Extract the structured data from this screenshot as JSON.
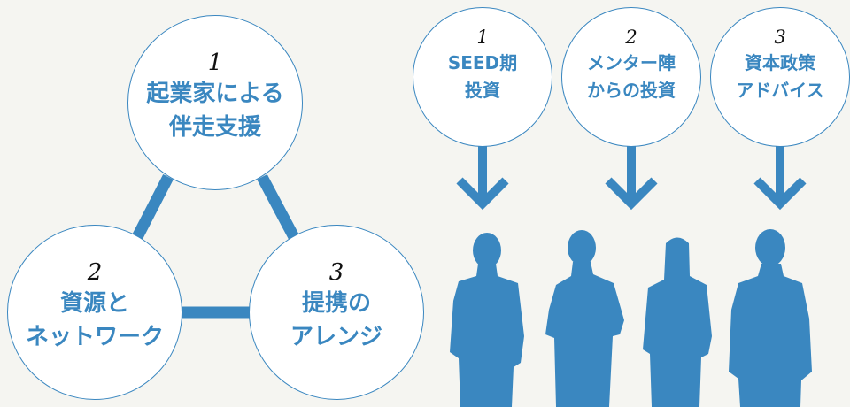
{
  "colors": {
    "accent": "#3a87c0",
    "background": "#f5f5f1"
  },
  "triangle": [
    {
      "number": "1",
      "line1": "起業家による",
      "line2": "伴走支援"
    },
    {
      "number": "2",
      "line1": "資源と",
      "line2": "ネットワーク"
    },
    {
      "number": "3",
      "line1": "提携の",
      "line2": "アレンジ"
    }
  ],
  "services": [
    {
      "number": "1",
      "line1": "SEED期",
      "line2": "投資"
    },
    {
      "number": "2",
      "line1": "メンター陣",
      "line2": "からの投資"
    },
    {
      "number": "3",
      "line1": "資本政策",
      "line2": "アドバイス"
    }
  ]
}
